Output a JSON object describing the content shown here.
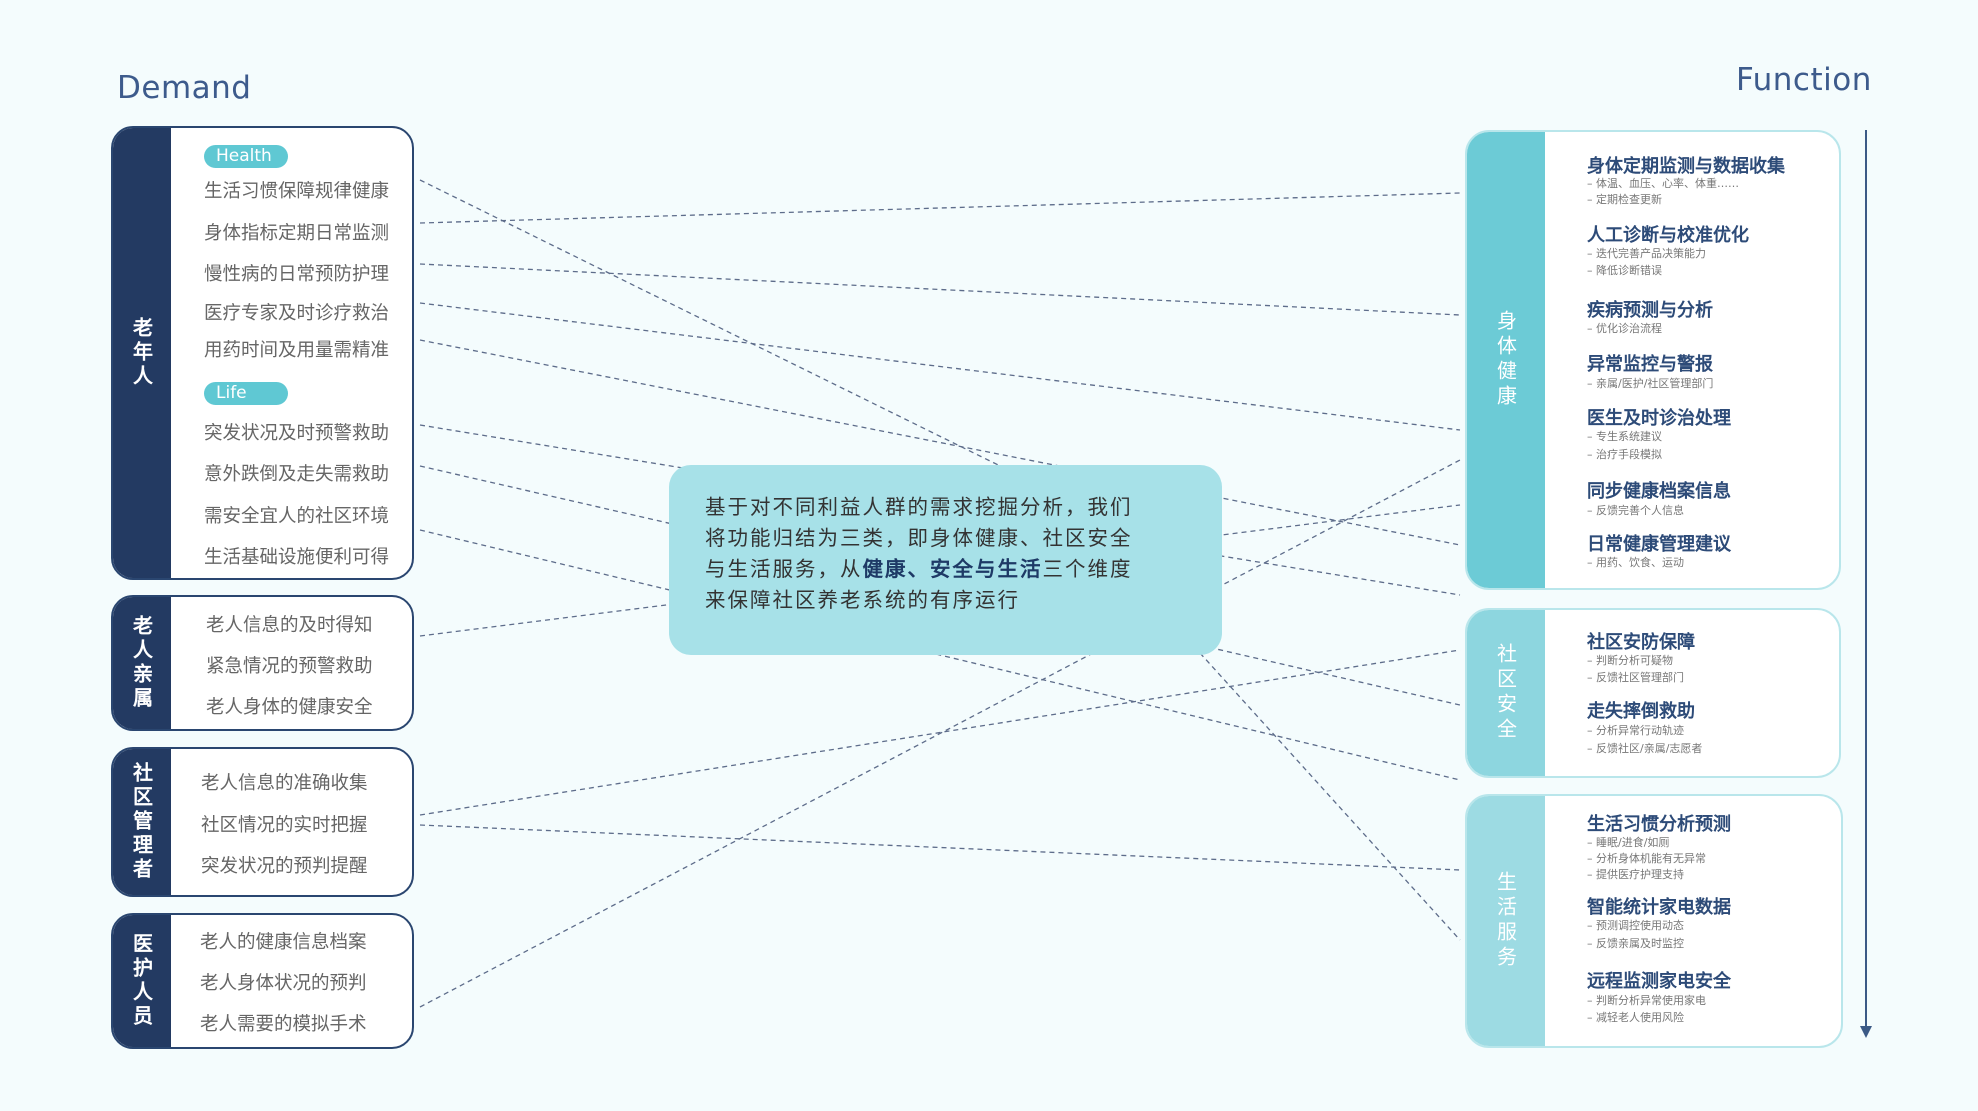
{
  "headings": {
    "demand": "Demand",
    "function": "Function"
  },
  "demand_groups": [
    {
      "label": "老年人",
      "tags": [
        "Health",
        "Life"
      ],
      "items": [
        "生活习惯保障规律健康",
        "身体指标定期日常监测",
        "慢性病的日常预防护理",
        "医疗专家及时诊疗救治",
        "用药时间及用量需精准",
        "突发状况及时预警救助",
        "意外跌倒及走失需救助",
        "需安全宜人的社区环境",
        "生活基础设施便利可得"
      ]
    },
    {
      "label": "老人亲属",
      "items": [
        "老人信息的及时得知",
        "紧急情况的预警救助",
        "老人身体的健康安全"
      ]
    },
    {
      "label": "社区管理者",
      "items": [
        "老人信息的准确收集",
        "社区情况的实时把握",
        "突发状况的预判提醒"
      ]
    },
    {
      "label": "医护人员",
      "items": [
        "老人的健康信息档案",
        "老人身体状况的预判",
        "老人需要的模拟手术"
      ]
    }
  ],
  "center_text": {
    "line1": "基于对不同利益人群的需求挖掘分析，我们",
    "line2": "将功能归结为三类，即身体健康、社区安全",
    "line3_pre": "与生活服务，从",
    "line3_bold": "健康、安全与生活",
    "line3_post": "三个维度",
    "line4": "来保障社区养老系统的有序运行"
  },
  "function_groups": [
    {
      "label": "身体健康",
      "color": "#6ccbd6",
      "items": [
        {
          "title": "身体定期监测与数据收集",
          "subs": [
            "– 体温、血压、心率、体重……",
            "– 定期检查更新"
          ]
        },
        {
          "title": "人工诊断与校准优化",
          "subs": [
            "– 迭代完善产品决策能力",
            "– 降低诊断错误"
          ]
        },
        {
          "title": "疾病预测与分析",
          "subs": [
            "– 优化诊治流程"
          ]
        },
        {
          "title": "异常监控与警报",
          "subs": [
            "– 亲属/医护/社区管理部门"
          ]
        },
        {
          "title": "医生及时诊治处理",
          "subs": [
            "– 专生系统建议",
            "– 治疗手段模拟"
          ]
        },
        {
          "title": "同步健康档案信息",
          "subs": [
            "– 反馈完善个人信息"
          ]
        },
        {
          "title": "日常健康管理建议",
          "subs": [
            "– 用药、饮食、运动"
          ]
        }
      ]
    },
    {
      "label": "社区安全",
      "color": "#8dd6df",
      "items": [
        {
          "title": "社区安防保障",
          "subs": [
            "– 判断分析可疑物",
            "– 反馈社区管理部门"
          ]
        },
        {
          "title": "走失摔倒救助",
          "subs": [
            "– 分析异常行动轨迹",
            "– 反馈社区/亲属/志愿者"
          ]
        }
      ]
    },
    {
      "label": "生活服务",
      "color": "#9ddbe3",
      "items": [
        {
          "title": "生活习惯分析预测",
          "subs": [
            "– 睡眠/进食/如厕",
            "– 分析身体机能有无异常",
            "– 提供医疗护理支持"
          ]
        },
        {
          "title": "智能统计家电数据",
          "subs": [
            "– 预测调控使用动态",
            "– 反馈亲属及时监控"
          ]
        },
        {
          "title": "远程监测家电安全",
          "subs": [
            "– 判断分析异常使用家电",
            "– 减轻老人使用风险"
          ]
        }
      ]
    }
  ],
  "colors": {
    "dark_navy": "#233a62",
    "teal": "#6ccbd6",
    "center_fill": "#a7e1e8",
    "line": "#5d6c8a"
  }
}
